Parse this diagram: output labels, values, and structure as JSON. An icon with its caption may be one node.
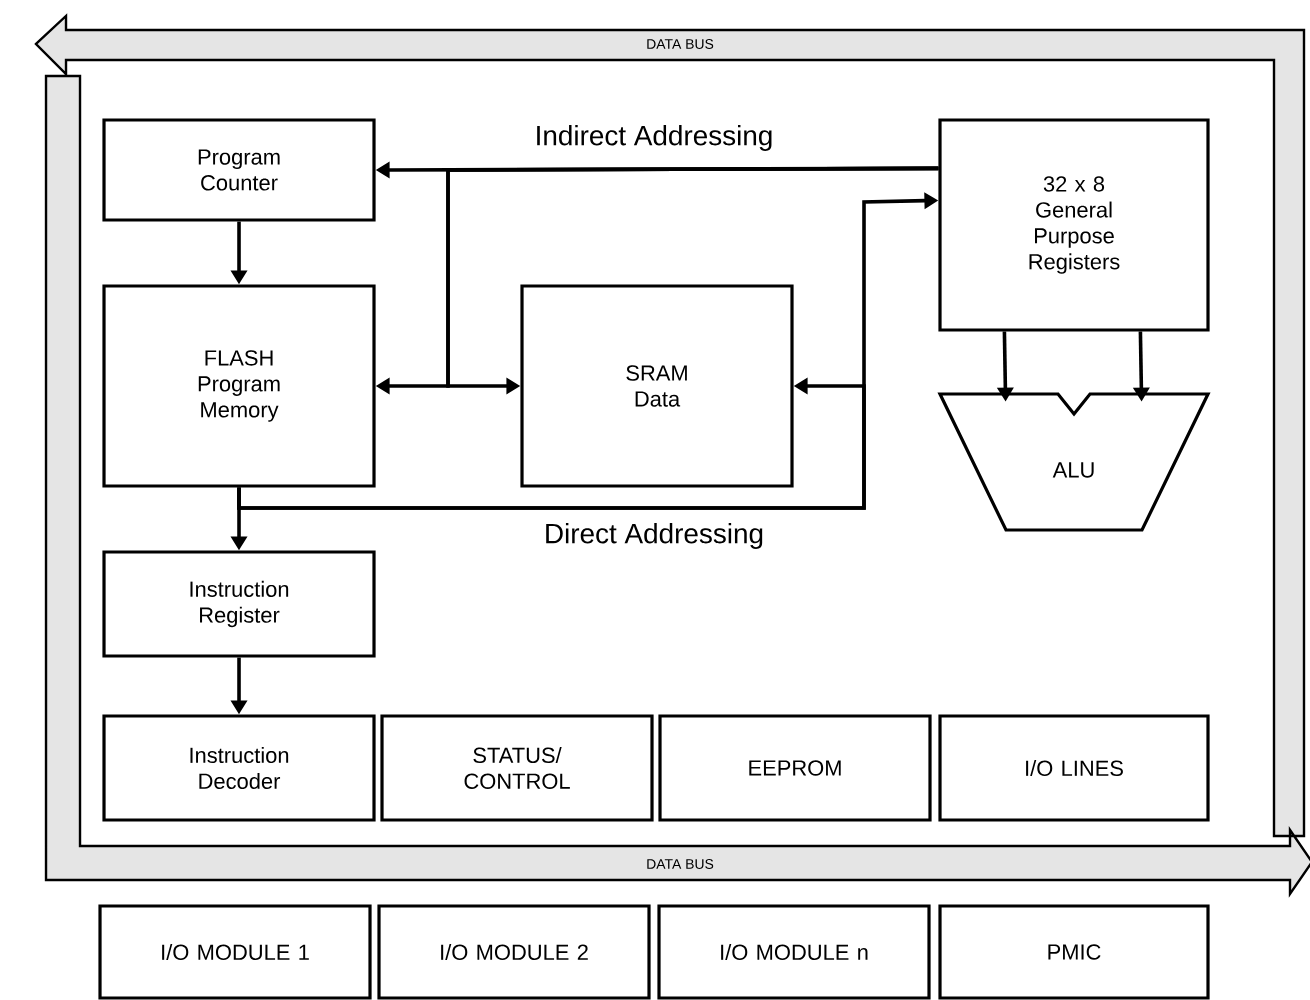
{
  "diagram": {
    "nodes": [
      {
        "text": [
          "Program Counter"
        ]
      },
      {
        "text": [
          "FLASH Program Memory"
        ]
      },
      {
        "text": [
          "SRAM Data"
        ]
      },
      {
        "text": [
          "32 x 8 General Purpose Registers"
        ]
      },
      {
        "text": [
          "ALU"
        ]
      },
      {
        "text": [
          "Instruction Register"
        ]
      },
      {
        "text": [
          "Instruction Decoder"
        ]
      },
      {
        "text": [
          "STATUS/ CONTROL"
        ]
      },
      {
        "text": [
          "EEPROM"
        ]
      },
      {
        "text": [
          "I/O LINES"
        ]
      },
      {
        "text": [
          "I/O MODULE 1"
        ]
      },
      {
        "text": [
          "I/O MODULE 2"
        ]
      },
      {
        "text": [
          "I/O MODULE n"
        ]
      },
      {
        "text": [
          "PMIC"
        ]
      }
    ],
    "edges": [
      {
        "from": 0,
        "to": 1,
        "arrow": "to"
      },
      {
        "from": 3,
        "to": 0,
        "arrow": "to",
        "label": "Indirect Addressing"
      },
      {
        "from": 3,
        "to": 1,
        "arrow": "to"
      },
      {
        "from": 3,
        "to": 2,
        "arrow": "to"
      },
      {
        "from": 3,
        "to": 4,
        "arrow": "to"
      },
      {
        "from": 3,
        "to": 4,
        "arrow": "to"
      },
      {
        "from": 1,
        "to": 5,
        "arrow": "to"
      },
      {
        "from": 1,
        "to": 2,
        "arrow": "to",
        "label": "Direct Addressing"
      },
      {
        "from": 1,
        "to": 3,
        "arrow": "to"
      },
      {
        "from": 5,
        "to": 6,
        "arrow": "to"
      }
    ],
    "labels": [
      "DATA BUS",
      "DATA BUS"
    ]
  }
}
